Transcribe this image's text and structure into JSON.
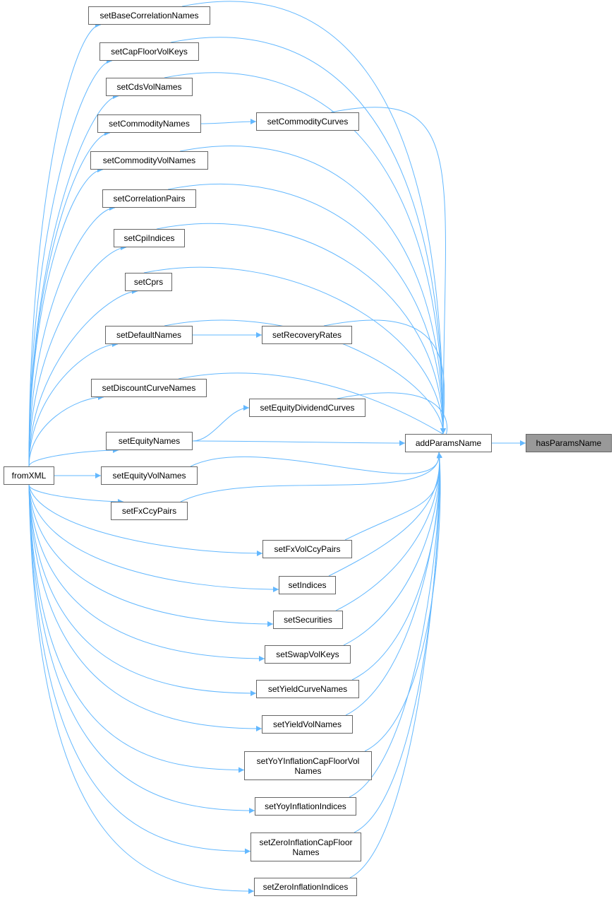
{
  "graph": {
    "type": "caller-graph",
    "colors": {
      "edge": "#63b8ff",
      "node_border": "#666666",
      "node_fill": "#ffffff",
      "current_fill": "#999999"
    },
    "nodes": [
      {
        "id": "fromXML",
        "lines": [
          "fromXML"
        ]
      },
      {
        "id": "setBaseCorrelationNames",
        "lines": [
          "setBaseCorrelationNames"
        ]
      },
      {
        "id": "setCapFloorVolKeys",
        "lines": [
          "setCapFloorVolKeys"
        ]
      },
      {
        "id": "setCdsVolNames",
        "lines": [
          "setCdsVolNames"
        ]
      },
      {
        "id": "setCommodityNames",
        "lines": [
          "setCommodityNames"
        ]
      },
      {
        "id": "setCommodityCurves",
        "lines": [
          "setCommodityCurves"
        ]
      },
      {
        "id": "setCommodityVolNames",
        "lines": [
          "setCommodityVolNames"
        ]
      },
      {
        "id": "setCorrelationPairs",
        "lines": [
          "setCorrelationPairs"
        ]
      },
      {
        "id": "setCpiIndices",
        "lines": [
          "setCpiIndices"
        ]
      },
      {
        "id": "setCprs",
        "lines": [
          "setCprs"
        ]
      },
      {
        "id": "setDefaultNames",
        "lines": [
          "setDefaultNames"
        ]
      },
      {
        "id": "setRecoveryRates",
        "lines": [
          "setRecoveryRates"
        ]
      },
      {
        "id": "setDiscountCurveNames",
        "lines": [
          "setDiscountCurveNames"
        ]
      },
      {
        "id": "setEquityDividendCurves",
        "lines": [
          "setEquityDividendCurves"
        ]
      },
      {
        "id": "setEquityNames",
        "lines": [
          "setEquityNames"
        ]
      },
      {
        "id": "setEquityVolNames",
        "lines": [
          "setEquityVolNames"
        ]
      },
      {
        "id": "setFxCcyPairs",
        "lines": [
          "setFxCcyPairs"
        ]
      },
      {
        "id": "addParamsName",
        "lines": [
          "addParamsName"
        ]
      },
      {
        "id": "hasParamsName",
        "lines": [
          "hasParamsName"
        ],
        "current": true
      },
      {
        "id": "setFxVolCcyPairs",
        "lines": [
          "setFxVolCcyPairs"
        ]
      },
      {
        "id": "setIndices",
        "lines": [
          "setIndices"
        ]
      },
      {
        "id": "setSecurities",
        "lines": [
          "setSecurities"
        ]
      },
      {
        "id": "setSwapVolKeys",
        "lines": [
          "setSwapVolKeys"
        ]
      },
      {
        "id": "setYieldCurveNames",
        "lines": [
          "setYieldCurveNames"
        ]
      },
      {
        "id": "setYieldVolNames",
        "lines": [
          "setYieldVolNames"
        ]
      },
      {
        "id": "setYoYInflationCapFloorVolNames",
        "lines": [
          "setYoYInflationCapFloorVol",
          "Names"
        ]
      },
      {
        "id": "setYoyInflationIndices",
        "lines": [
          "setYoyInflationIndices"
        ]
      },
      {
        "id": "setZeroInflationCapFloorNames",
        "lines": [
          "setZeroInflationCapFloor",
          "Names"
        ]
      },
      {
        "id": "setZeroInflationIndices",
        "lines": [
          "setZeroInflationIndices"
        ]
      }
    ],
    "edges": [
      [
        "fromXML",
        "setBaseCorrelationNames"
      ],
      [
        "fromXML",
        "setCapFloorVolKeys"
      ],
      [
        "fromXML",
        "setCdsVolNames"
      ],
      [
        "fromXML",
        "setCommodityNames"
      ],
      [
        "fromXML",
        "setCommodityVolNames"
      ],
      [
        "fromXML",
        "setCorrelationPairs"
      ],
      [
        "fromXML",
        "setCpiIndices"
      ],
      [
        "fromXML",
        "setCprs"
      ],
      [
        "fromXML",
        "setDefaultNames"
      ],
      [
        "fromXML",
        "setDiscountCurveNames"
      ],
      [
        "fromXML",
        "setEquityNames"
      ],
      [
        "fromXML",
        "setEquityVolNames"
      ],
      [
        "fromXML",
        "setFxCcyPairs"
      ],
      [
        "fromXML",
        "setFxVolCcyPairs"
      ],
      [
        "fromXML",
        "setIndices"
      ],
      [
        "fromXML",
        "setSecurities"
      ],
      [
        "fromXML",
        "setSwapVolKeys"
      ],
      [
        "fromXML",
        "setYieldCurveNames"
      ],
      [
        "fromXML",
        "setYieldVolNames"
      ],
      [
        "fromXML",
        "setYoYInflationCapFloorVolNames"
      ],
      [
        "fromXML",
        "setYoyInflationIndices"
      ],
      [
        "fromXML",
        "setZeroInflationCapFloorNames"
      ],
      [
        "fromXML",
        "setZeroInflationIndices"
      ],
      [
        "setCommodityNames",
        "setCommodityCurves"
      ],
      [
        "setDefaultNames",
        "setRecoveryRates"
      ],
      [
        "setEquityNames",
        "setEquityDividendCurves"
      ],
      [
        "setBaseCorrelationNames",
        "addParamsName"
      ],
      [
        "setCapFloorVolKeys",
        "addParamsName"
      ],
      [
        "setCdsVolNames",
        "addParamsName"
      ],
      [
        "setCommodityCurves",
        "addParamsName"
      ],
      [
        "setCommodityVolNames",
        "addParamsName"
      ],
      [
        "setCorrelationPairs",
        "addParamsName"
      ],
      [
        "setCpiIndices",
        "addParamsName"
      ],
      [
        "setCprs",
        "addParamsName"
      ],
      [
        "setDefaultNames",
        "addParamsName"
      ],
      [
        "setRecoveryRates",
        "addParamsName"
      ],
      [
        "setDiscountCurveNames",
        "addParamsName"
      ],
      [
        "setEquityDividendCurves",
        "addParamsName"
      ],
      [
        "setEquityNames",
        "addParamsName"
      ],
      [
        "setEquityVolNames",
        "addParamsName"
      ],
      [
        "setFxCcyPairs",
        "addParamsName"
      ],
      [
        "setFxVolCcyPairs",
        "addParamsName"
      ],
      [
        "setIndices",
        "addParamsName"
      ],
      [
        "setSecurities",
        "addParamsName"
      ],
      [
        "setSwapVolKeys",
        "addParamsName"
      ],
      [
        "setYieldCurveNames",
        "addParamsName"
      ],
      [
        "setYieldVolNames",
        "addParamsName"
      ],
      [
        "setYoYInflationCapFloorVolNames",
        "addParamsName"
      ],
      [
        "setYoyInflationIndices",
        "addParamsName"
      ],
      [
        "setZeroInflationCapFloorNames",
        "addParamsName"
      ],
      [
        "setZeroInflationIndices",
        "addParamsName"
      ],
      [
        "addParamsName",
        "hasParamsName"
      ]
    ]
  }
}
